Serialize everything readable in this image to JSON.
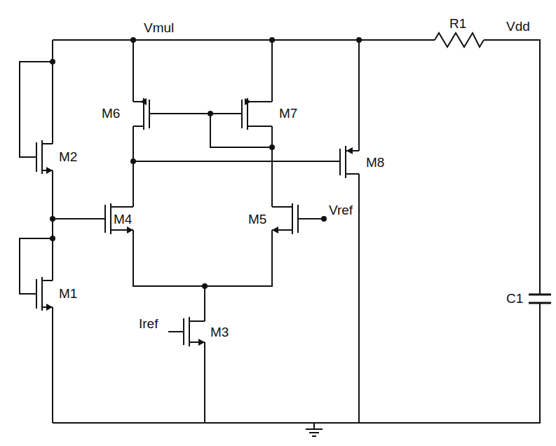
{
  "diagram": {
    "labels": [
      "Vmul",
      "R1",
      "Vdd",
      "M6",
      "M7",
      "M8",
      "M2",
      "M4",
      "M5",
      "Vref",
      "C1",
      "M1",
      "Iref",
      "M3"
    ]
  }
}
